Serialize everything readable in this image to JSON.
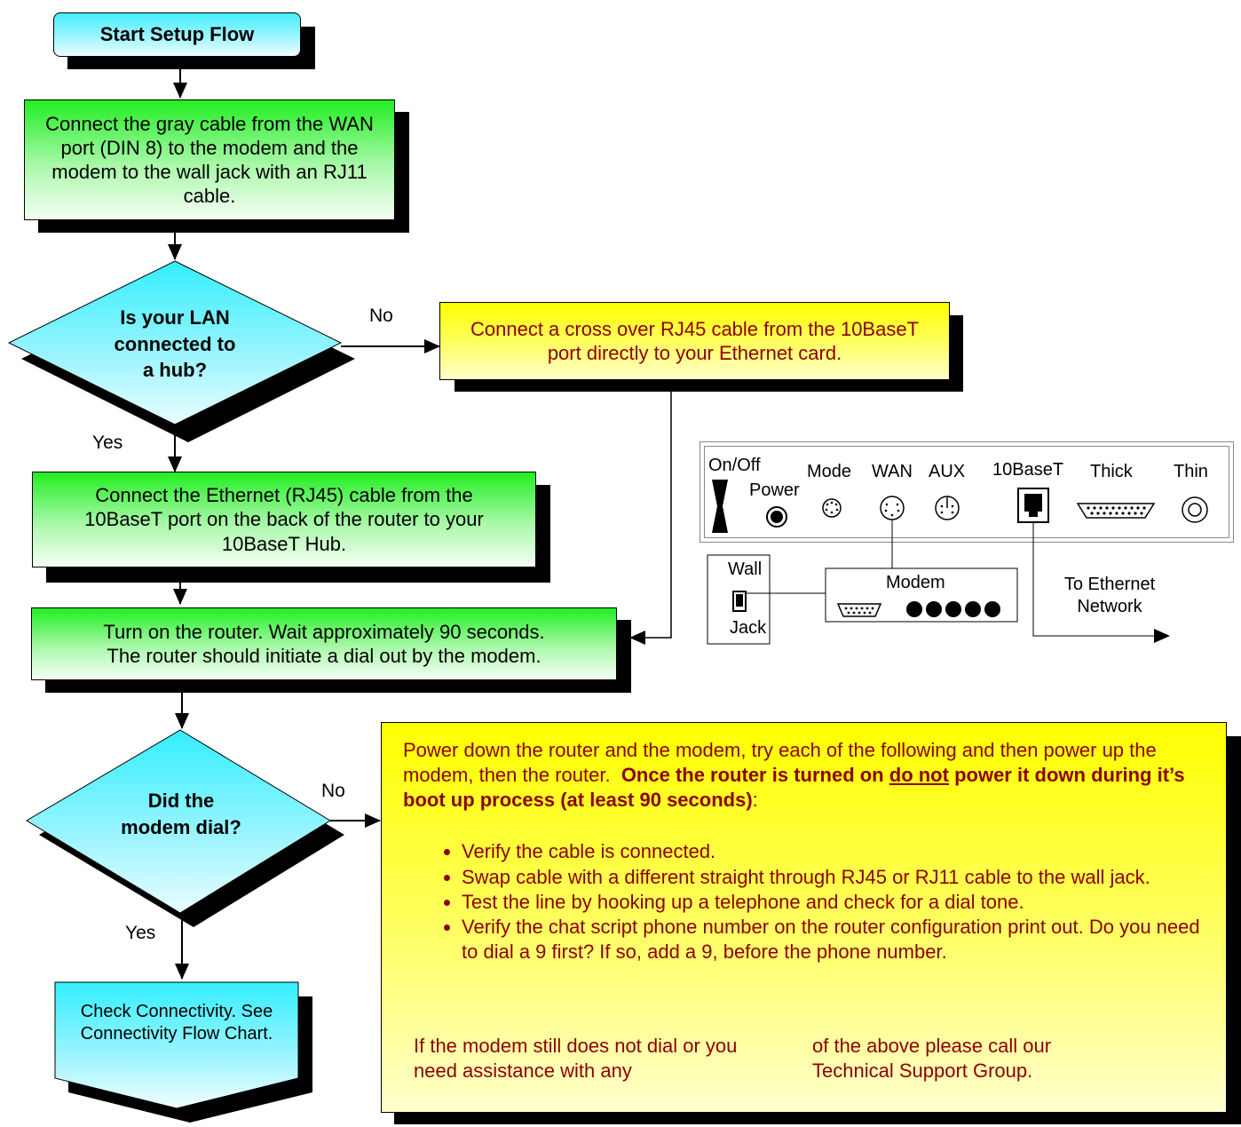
{
  "start": {
    "label": "Start Setup Flow"
  },
  "step1": {
    "text": "Connect the gray cable from the WAN port (DIN 8) to the modem and the modem to the wall jack with an RJ11 cable."
  },
  "decision1": {
    "line1": "Is your LAN",
    "line2": "connected to",
    "line3": "a hub?"
  },
  "decision1_no": "No",
  "decision1_yes": "Yes",
  "crossover": {
    "text": "Connect a cross over RJ45 cable from the 10BaseT port directly to your Ethernet card."
  },
  "step2": {
    "text": "Connect the Ethernet (RJ45) cable from the 10BaseT port on the back of the router to your 10BaseT Hub."
  },
  "step3": {
    "line1": "Turn on the router. Wait approximately 90 seconds.",
    "line2": "The router should initiate a dial out by the modem."
  },
  "decision2": {
    "line1": "Did the",
    "line2": "modem dial?"
  },
  "decision2_no": "No",
  "decision2_yes": "Yes",
  "end": {
    "text": "Check Connectivity. See Connectivity Flow Chart."
  },
  "router_panel": {
    "onoff": "On/Off",
    "power": "Power",
    "mode": "Mode",
    "wan": "WAN",
    "aux": "AUX",
    "tenbase": "10BaseT",
    "thick": "Thick",
    "thin": "Thin"
  },
  "wall_jack": {
    "top": "Wall",
    "bottom": "Jack"
  },
  "modem_label": "Modem",
  "ethernet_label": {
    "line1": "To Ethernet",
    "line2": "Network"
  },
  "note": {
    "intro": "Power down the router and the modem, try each of the following and then power up the modem, then the router.",
    "bold_a": "Once the router is turned on",
    "bold_u": "do not",
    "bold_b": "power it down during it’s boot up process (at least 90 seconds)",
    "colon": ":",
    "bullets": [
      "Verify the cable is connected.",
      "Swap cable with a different straight through RJ45 or RJ11 cable to the wall jack.",
      "Test the line by hooking up a telephone and check for a dial tone.",
      "Verify the chat script phone number on the router configuration print out. Do you need to dial a 9 first? If so, add a 9, before the phone number."
    ],
    "footer_left": "If the modem still does not dial or you need assistance with any",
    "footer_right": "of the above please call our Technical Support Group."
  },
  "colors": {
    "green": "#22ee22",
    "cyan": "#44eeff",
    "yellow": "#ffff00",
    "note_text": "#8b0000"
  }
}
